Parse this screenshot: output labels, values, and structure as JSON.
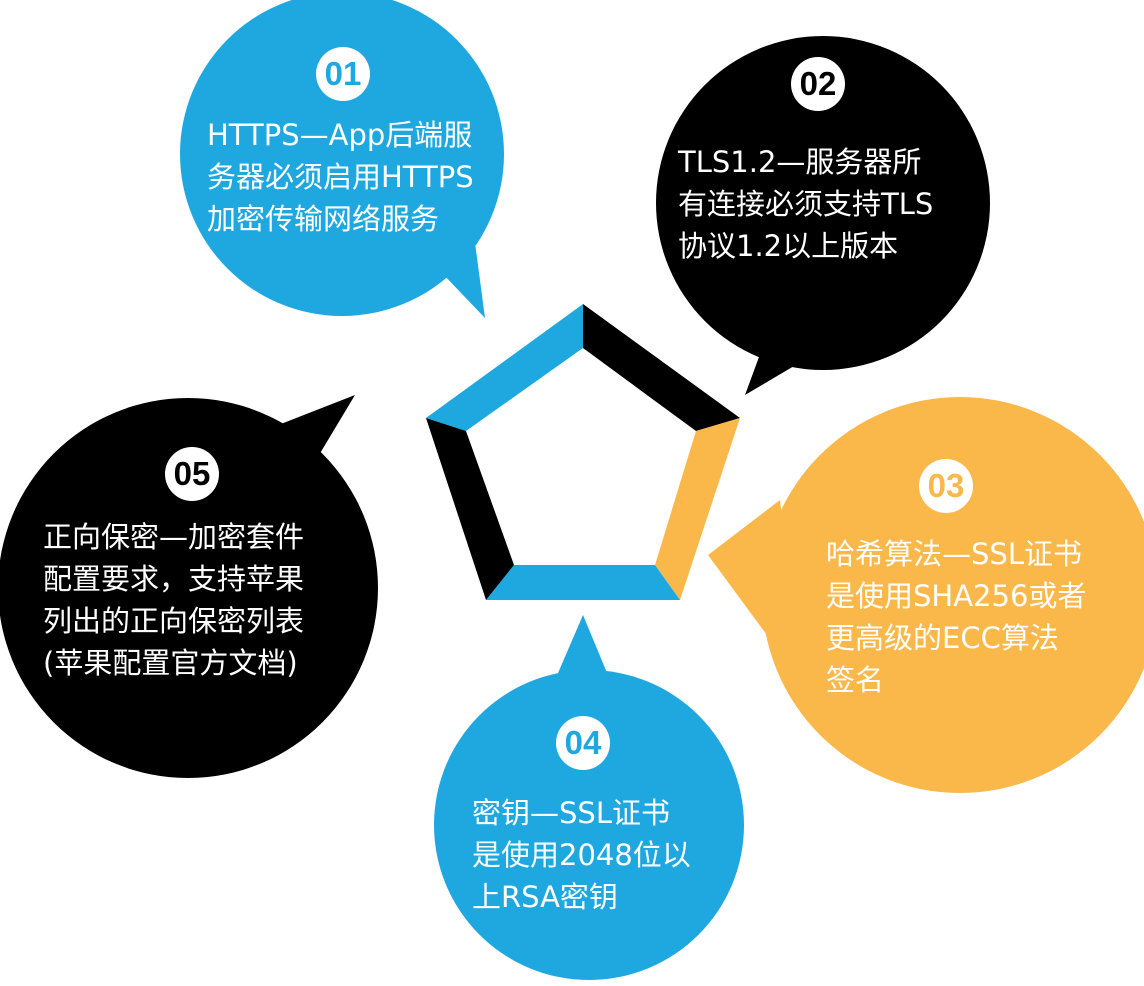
{
  "colors": {
    "blue": "#1fa8e0",
    "black": "#000000",
    "orange": "#fbb84a",
    "white": "#ffffff"
  },
  "bubbles": [
    {
      "number": "01",
      "color": "blue",
      "lines": [
        "HTTPS—App后端服",
        "务器必须启用HTTPS",
        "加密传输网络服务"
      ]
    },
    {
      "number": "02",
      "color": "black",
      "lines": [
        "TLS1.2—服务器所",
        "有连接必须支持TLS",
        "协议1.2以上版本"
      ]
    },
    {
      "number": "03",
      "color": "orange",
      "lines": [
        "哈希算法—SSL证书",
        "是使用SHA256或者",
        "更高级的ECC算法",
        "签名"
      ]
    },
    {
      "number": "04",
      "color": "blue",
      "lines": [
        "密钥—SSL证书",
        "是使用2048位以",
        "上RSA密钥"
      ]
    },
    {
      "number": "05",
      "color": "black",
      "lines": [
        "正向保密—加密套件",
        "配置要求，支持苹果",
        "列出的正向保密列表",
        "(苹果配置官方文档)"
      ]
    }
  ]
}
